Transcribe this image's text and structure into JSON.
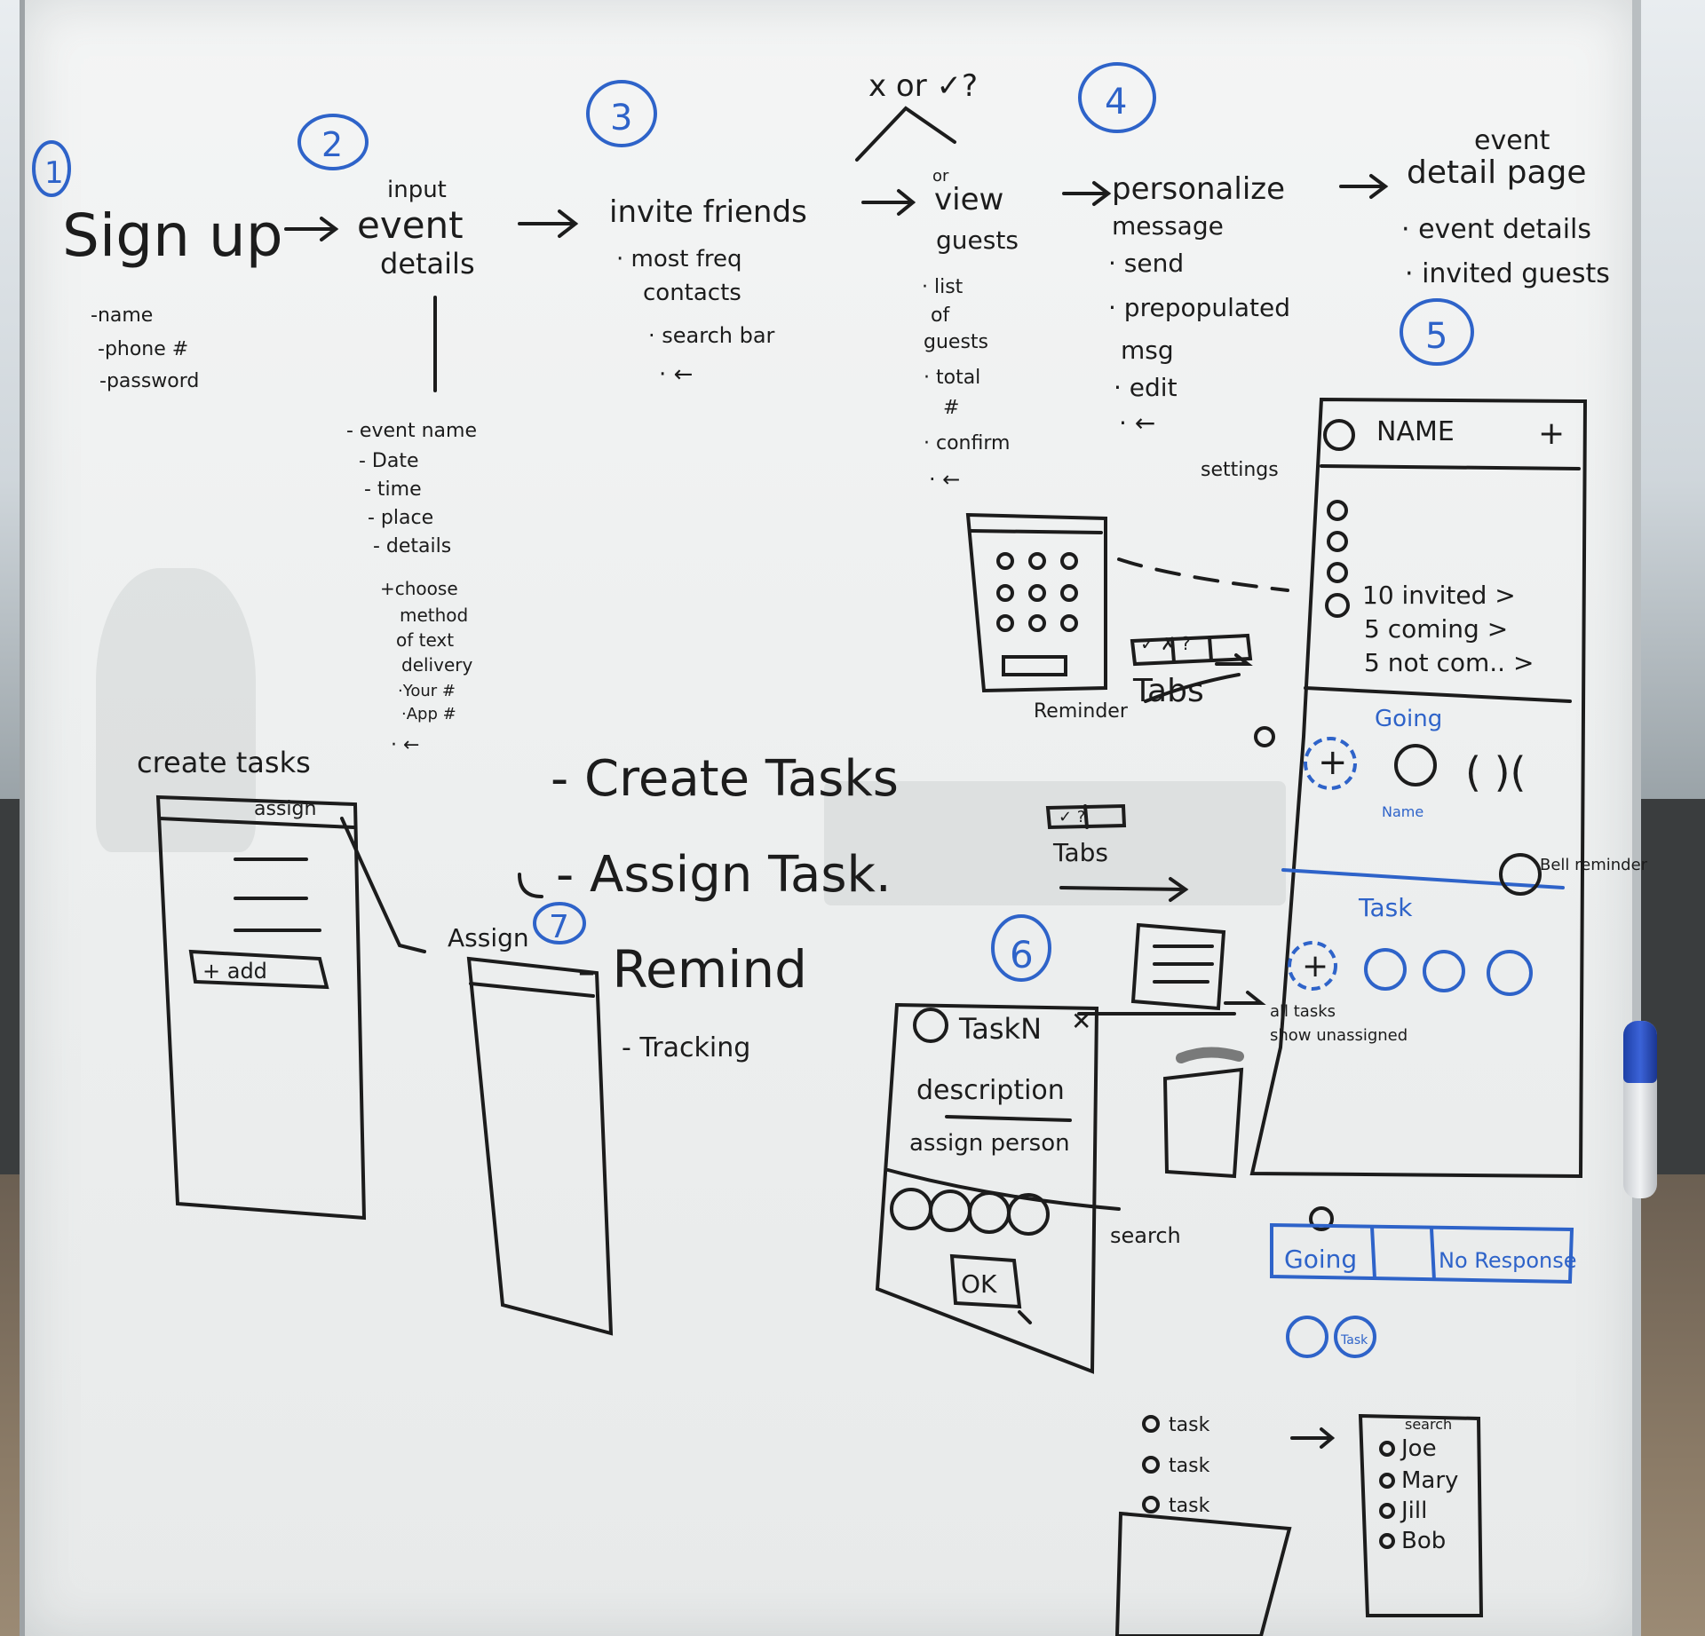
{
  "flow": {
    "step1": {
      "num": "1",
      "title": "Sign up",
      "items": [
        "-name",
        "-phone #",
        "-password"
      ]
    },
    "step2": {
      "num": "2",
      "title_top": "input",
      "title_mid": "event",
      "title_bot": "details",
      "items": [
        "- event name",
        "- Date",
        "- time",
        "- place",
        "- details"
      ],
      "extra": [
        "+choose",
        "method",
        "of text",
        "delivery",
        "·Your #",
        "·App #",
        "· ←"
      ]
    },
    "step3": {
      "num": "3",
      "title": "invite friends",
      "items": [
        "· most freq",
        "contacts",
        "· search bar",
        "· ←"
      ]
    },
    "question": "x or ✓?",
    "step_view": {
      "title_top": "or",
      "title": "view",
      "title2": "guests",
      "items": [
        "· list",
        "of",
        "guests",
        "· total",
        "#",
        "· confirm",
        "· ←"
      ]
    },
    "step4": {
      "num": "4",
      "title": "personalize",
      "items": [
        "message",
        "· send",
        "· prepopulated",
        "msg",
        "· edit",
        "· ←"
      ]
    },
    "step5": {
      "title_top": "event",
      "title": "detail page",
      "items": [
        "· event details",
        "· invited guests"
      ],
      "num": "5"
    }
  },
  "event_screen": {
    "header": "NAME",
    "settings_label": "settings",
    "rows": [
      "10 invited >",
      "5 coming >",
      "5 not com.. >"
    ],
    "going_label": "Going",
    "name_label": "Name",
    "task_label": "Task",
    "bell_label": "Bell reminder",
    "all_tasks": "all tasks",
    "unassigned": "show unassigned"
  },
  "notes": {
    "remind_note": "Reminder",
    "tabs1": "Tabs",
    "tabs2": "Tabs",
    "create_tasks": "- Create Tasks",
    "assign_task": "- Assign Task.",
    "remind": "- Remind",
    "tracking": "- Tracking",
    "step7": "7",
    "step6": "6"
  },
  "create_task_screen": {
    "title": "create tasks",
    "assign_btn": "assign",
    "add_btn": "+ add"
  },
  "assign_screen": {
    "title": "Assign"
  },
  "task_detail_screen": {
    "title": "TaskN",
    "desc": "description",
    "assign": "assign person",
    "search": "search",
    "ok": "OK"
  },
  "blue_tabs": {
    "going": "Going",
    "no_response": "No Response",
    "task_chip": "Task"
  },
  "task_list_screen": {
    "items": [
      "task",
      "task",
      "task"
    ]
  },
  "people_screen": {
    "search": "search",
    "people": [
      "Joe",
      "Mary",
      "Jill",
      "Bob"
    ]
  }
}
